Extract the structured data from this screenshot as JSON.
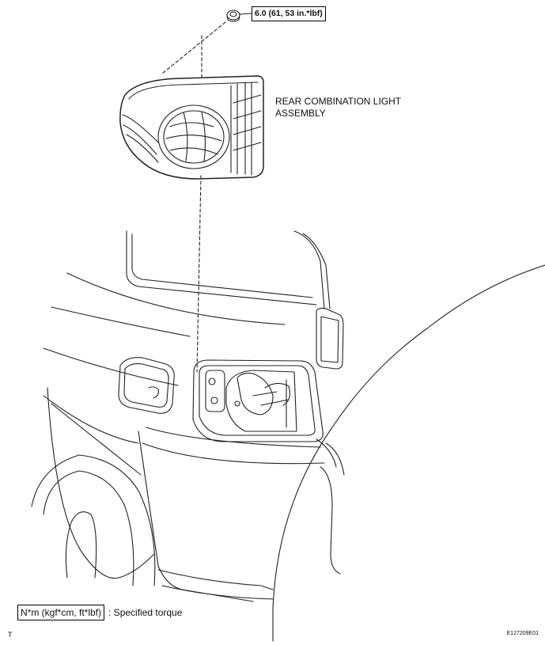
{
  "diagram": {
    "torque_spec": "6.0 (61, 53 in.*lbf)",
    "part_label_line1": "REAR COMBINATION LIGHT",
    "part_label_line2": "ASSEMBLY"
  },
  "legend": {
    "unit_box": "N*m (kgf*cm, ft*lbf)",
    "text": ": Specified torque"
  },
  "footer": {
    "corner_mark": "T",
    "figure_id": "E127209E01"
  }
}
